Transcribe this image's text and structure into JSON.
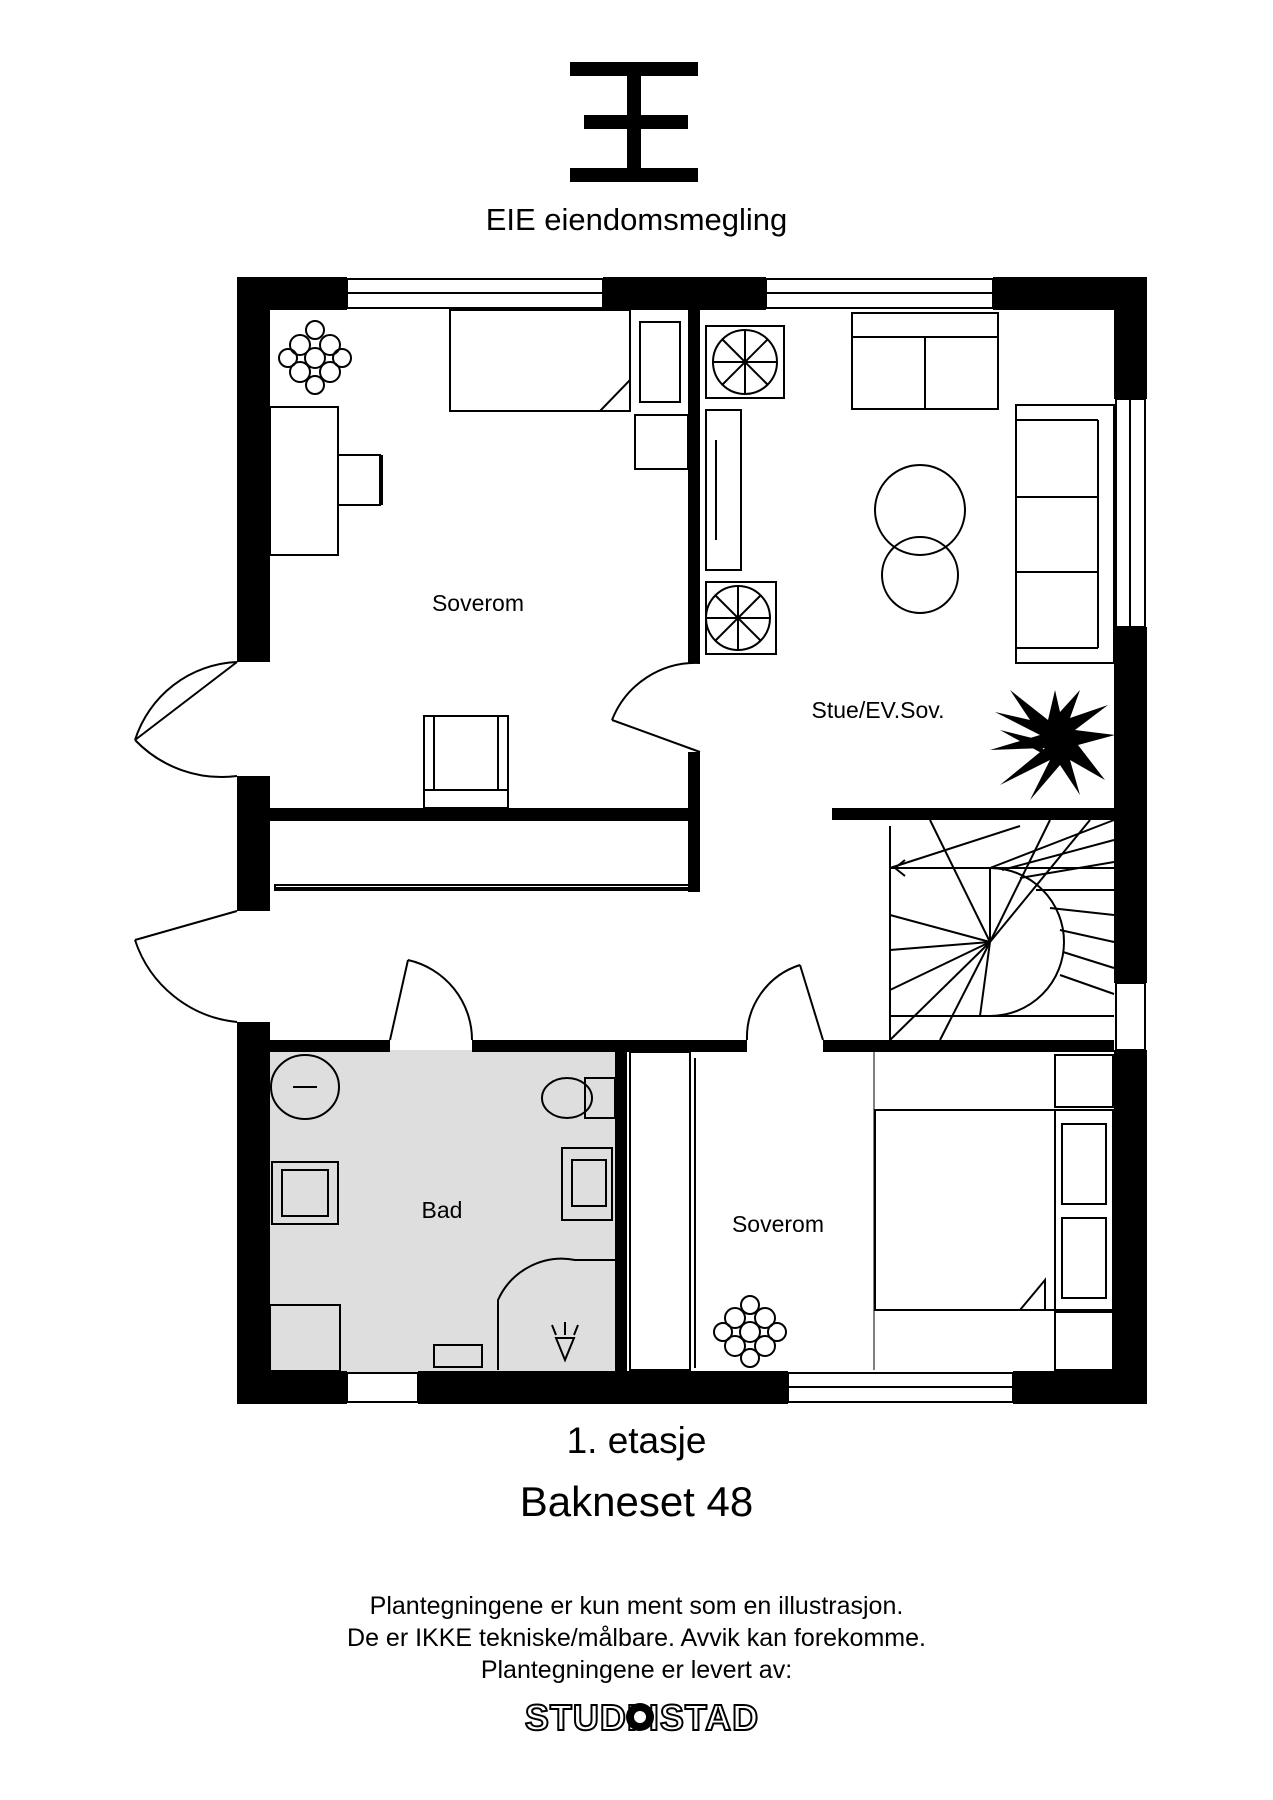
{
  "brand": {
    "name": "EIE eiendomsmegling"
  },
  "rooms": {
    "bedroom_top": "Soverom",
    "living": "Stue/EV.Sov.",
    "bath": "Bad",
    "bedroom_bottom": "Soverom"
  },
  "footer": {
    "floor": "1. etasje",
    "address": "Bakneset 48",
    "disclaimer_1": "Plantegningene er kun ment som en illustrasjon.",
    "disclaimer_2": "De er IKKE tekniske/målbare. Avvik kan forekomme.",
    "disclaimer_3": "Plantegningene er levert av:",
    "studio": "STUDI ISTAD"
  },
  "colors": {
    "wall": "#000000",
    "bath_floor": "#dedede",
    "background": "#ffffff"
  }
}
